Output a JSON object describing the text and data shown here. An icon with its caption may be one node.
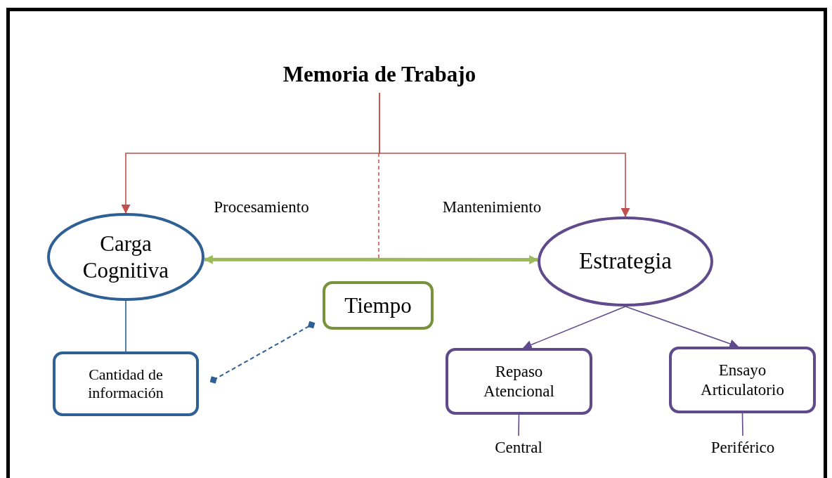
{
  "diagram": {
    "nodes": [
      {
        "text": [
          "Memoria de Trabajo"
        ]
      },
      {
        "text": [
          "Carga Cognitiva"
        ]
      },
      {
        "text": [
          "Estrategia"
        ]
      },
      {
        "text": [
          "Tiempo"
        ]
      },
      {
        "text": [
          "Cantidad de información"
        ]
      },
      {
        "text": [
          "Repaso Atencional"
        ]
      },
      {
        "text": [
          "Ensayo Articulatorio"
        ]
      },
      {
        "text": [
          "Central"
        ]
      },
      {
        "text": [
          "Periférico"
        ]
      }
    ],
    "edges": [
      {
        "from": 0,
        "to": 1,
        "arrow": "to",
        "color": "#c0504d"
      },
      {
        "from": 0,
        "to": 2,
        "arrow": "to",
        "color": "#c0504d"
      },
      {
        "from": 1,
        "to": 2,
        "arrow": "both",
        "style": "thick",
        "color": "#9bbb59"
      },
      {
        "from": 1,
        "to": 4,
        "arrow": "none",
        "color": "#2e5f95"
      },
      {
        "from": 4,
        "to": 3,
        "arrow": "other",
        "style": "dashed",
        "color": "#2e5f95"
      },
      {
        "from": 2,
        "to": 5,
        "arrow": "to"
      },
      {
        "from": 2,
        "to": 6,
        "arrow": "to"
      },
      {
        "from": 5,
        "to": 7,
        "arrow": "none"
      },
      {
        "from": 6,
        "to": 8,
        "arrow": "none"
      }
    ],
    "labels": [
      "Procesamiento",
      "Mantenimiento"
    ]
  }
}
